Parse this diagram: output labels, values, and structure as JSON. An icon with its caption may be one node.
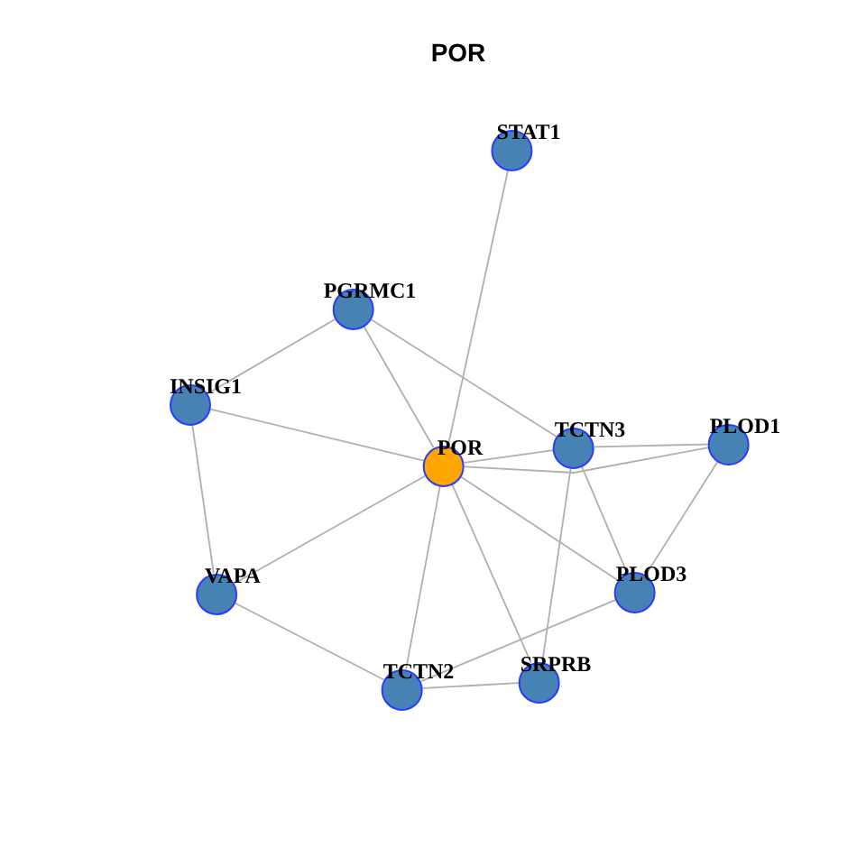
{
  "diagram": {
    "title": "POR",
    "nodes": [
      {
        "text": [
          "STAT1"
        ]
      },
      {
        "text": [
          "PGRMC1"
        ]
      },
      {
        "text": [
          "INSIG1"
        ]
      },
      {
        "text": [
          "POR"
        ]
      },
      {
        "text": [
          "TCTN3"
        ]
      },
      {
        "text": [
          "PLOD1"
        ]
      },
      {
        "text": [
          "VAPA"
        ]
      },
      {
        "text": [
          "PLOD3"
        ]
      },
      {
        "text": [
          "TCTN2"
        ]
      },
      {
        "text": [
          "SRPRB"
        ]
      }
    ],
    "edges": [
      {
        "from": 3,
        "to": 0,
        "arrow": "none"
      },
      {
        "from": 1,
        "to": 2,
        "arrow": "none"
      },
      {
        "from": 1,
        "to": 3,
        "arrow": "none"
      },
      {
        "from": 1,
        "to": 4,
        "arrow": "none"
      },
      {
        "from": 2,
        "to": 3,
        "arrow": "none"
      },
      {
        "from": 2,
        "to": 6,
        "arrow": "none"
      },
      {
        "from": 3,
        "to": 4,
        "arrow": "none"
      },
      {
        "from": 3,
        "to": 5,
        "arrow": "none"
      },
      {
        "from": 4,
        "to": 5,
        "arrow": "none"
      },
      {
        "from": 3,
        "to": 7,
        "arrow": "none"
      },
      {
        "from": 3,
        "to": 6,
        "arrow": "none"
      },
      {
        "from": 3,
        "to": 8,
        "arrow": "none"
      },
      {
        "from": 3,
        "to": 9,
        "arrow": "none"
      },
      {
        "from": 4,
        "to": 7,
        "arrow": "none"
      },
      {
        "from": 4,
        "to": 9,
        "arrow": "none"
      },
      {
        "from": 5,
        "to": 7,
        "arrow": "none"
      },
      {
        "from": 7,
        "to": 8,
        "arrow": "none"
      },
      {
        "from": 6,
        "to": 8,
        "arrow": "none"
      },
      {
        "from": 8,
        "to": 9,
        "arrow": "none"
      }
    ]
  }
}
